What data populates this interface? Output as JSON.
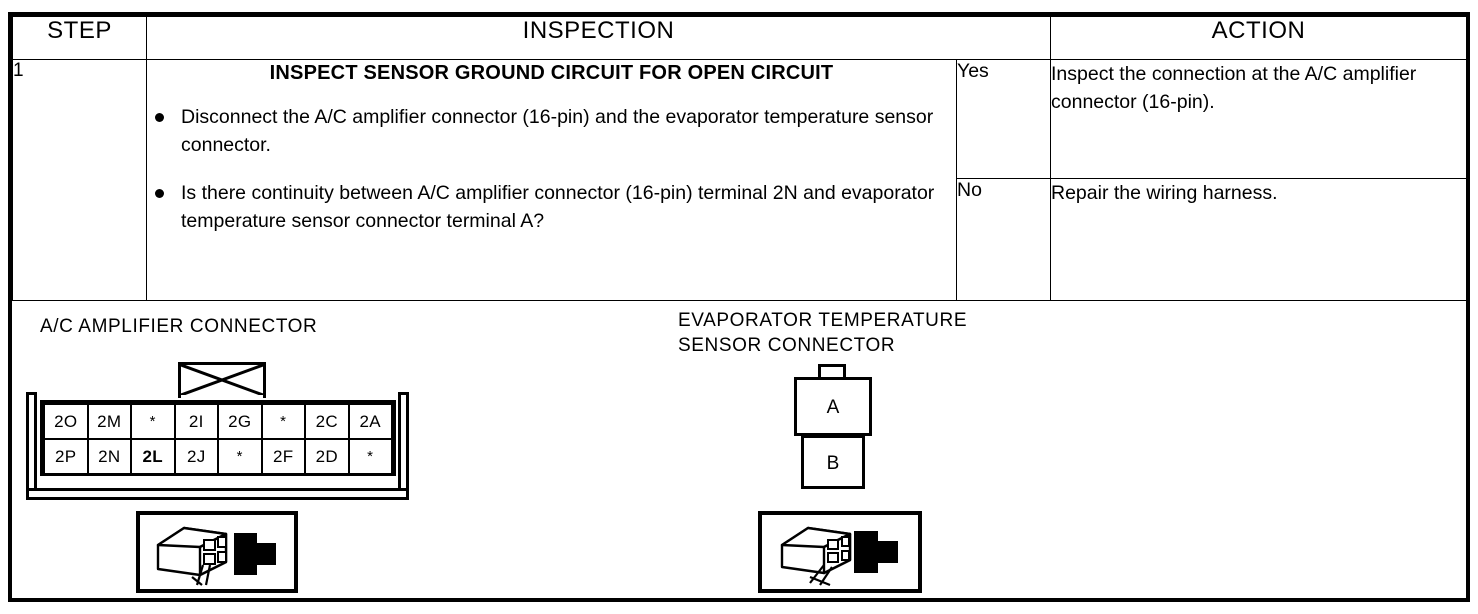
{
  "document": {
    "type": "service-manual-diagnostic-step",
    "columns": {
      "step": "STEP",
      "inspection": "INSPECTION",
      "action": "ACTION"
    },
    "rows": [
      {
        "step": "1",
        "inspection": {
          "title": "INSPECT SENSOR GROUND CIRCUIT FOR OPEN CIRCUIT",
          "bullets": [
            "Disconnect the A/C amplifier connector (16-pin) and the evaporator temperature sensor connector.",
            "Is there continuity between A/C amplifier connector (16-pin) terminal 2N and evaporator temperature sensor connector terminal A?"
          ]
        },
        "results": [
          {
            "answer": "Yes",
            "action": "Inspect the connection at the A/C amplifier connector (16-pin)."
          },
          {
            "answer": "No",
            "action": "Repair the wiring harness."
          }
        ]
      }
    ]
  },
  "diagrams": {
    "ac_amplifier": {
      "caption": "A/C AMPLIFIER CONNECTOR",
      "pin_rows": [
        [
          "2O",
          "2M",
          "*",
          "2I",
          "2G",
          "*",
          "2C",
          "2A"
        ],
        [
          "2P",
          "2N",
          "2L",
          "2J",
          "*",
          "2F",
          "2D",
          "*"
        ]
      ],
      "highlighted_terminal": "2L",
      "keyed_slot_over": [
        "2I",
        "2G"
      ]
    },
    "evaporator_sensor": {
      "caption": "EVAPORATOR TEMPERATURE\nSENSOR CONNECTOR",
      "terminals": [
        "A",
        "B"
      ]
    }
  },
  "colors": {
    "ink": "#000000",
    "paper": "#ffffff"
  }
}
